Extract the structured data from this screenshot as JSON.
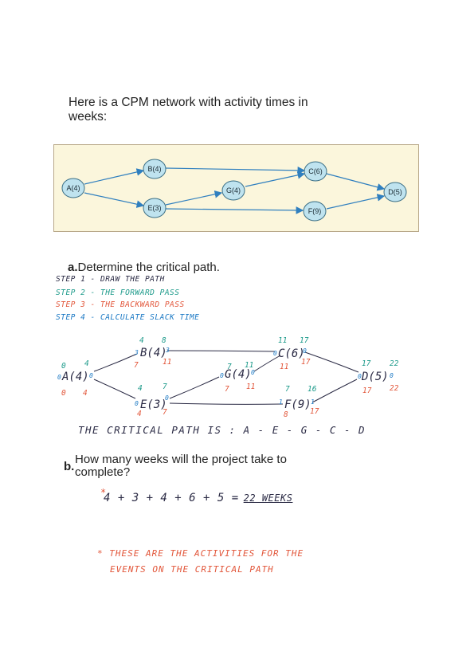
{
  "intro": {
    "line1": "Here is a CPM network with activity times in",
    "line2": "weeks:"
  },
  "network": {
    "nodes": {
      "A": "A(4)",
      "B": "B(4)",
      "C": "C(6)",
      "D": "D(5)",
      "E": "E(3)",
      "F": "F(9)",
      "G": "G(4)"
    }
  },
  "question_a": {
    "label": "a.",
    "text": "Determine the critical path.",
    "steps": [
      "STEP 1 - DRAW THE PATH",
      "STEP 2 - THE FORWARD PASS",
      "STEP 3 - THE BACKWARD PASS",
      "STEP 4 - CALCULATE SLACK TIME"
    ]
  },
  "sketch": {
    "nodes": {
      "A": "A(4)",
      "B": "B(4)",
      "C": "C(6)",
      "D": "D(5)",
      "E": "E(3)",
      "F": "F(9)",
      "G": "G(4)"
    },
    "forward": {
      "A_es": "0",
      "A_ef": "4",
      "B_es": "4",
      "B_ef": "8",
      "C_es": "11",
      "C_ef": "17",
      "D_es": "17",
      "D_ef": "22",
      "E_es": "4",
      "E_ef": "7",
      "F_es": "7",
      "F_ef": "16",
      "G_es": "7",
      "G_ef": "11"
    },
    "backward": {
      "A_ls": "0",
      "A_lf": "4",
      "B_ls": "7",
      "B_lf": "11",
      "C_ls": "11",
      "C_lf": "17",
      "D_ls": "17",
      "D_lf": "22",
      "E_ls": "4",
      "E_lf": "7",
      "F_ls": "8",
      "F_lf": "17",
      "G_ls": "7",
      "G_lf": "11"
    },
    "slack": {
      "A_l": "0",
      "A_r": "0",
      "B_l": "3",
      "B_r": "3",
      "C_l": "0",
      "C_r": "0",
      "D_l": "0",
      "D_r": "0",
      "E_l": "0",
      "E_r": "0",
      "F_l": "1",
      "F_r": "1",
      "G_l": "0",
      "G_r": "0"
    }
  },
  "critical_path": "THE CRITICAL PATH IS :  A - E - G - C - D",
  "question_b": {
    "label": "b.",
    "text_line1": "How many weeks will the project take to",
    "text_line2": "complete?",
    "star": "*",
    "calculation": "4 + 3 + 4 + 6 + 5  =",
    "answer": "22 WEEKS"
  },
  "note": {
    "line1": "* THESE ARE THE ACTIVITIES FOR THE",
    "line2": "EVENTS ON THE CRITICAL PATH"
  },
  "colors": {
    "node_fill": "#bfe3ef",
    "node_stroke": "#3b6f86",
    "arrow": "#2f7fbf",
    "diagram_bg": "#fbf6dc",
    "ink": "#2a2a44",
    "forward": "#1c9a8a",
    "backward": "#e2563a",
    "slack": "#1a78c4"
  }
}
